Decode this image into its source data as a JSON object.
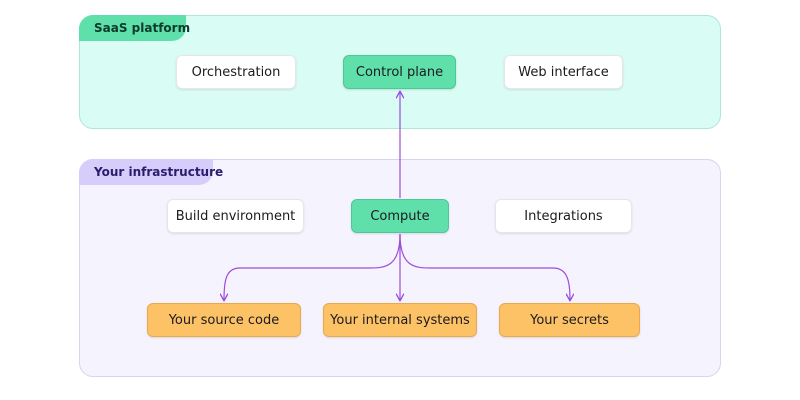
{
  "colors": {
    "saas_bg": "#d9fcf4",
    "saas_tag": "#5fe0ab",
    "infra_bg": "#f5f3fe",
    "infra_tag": "#d7cdfb",
    "green_node": "#5fe0ab",
    "orange_node": "#fdc166",
    "connector": "#9b4ddb"
  },
  "saas": {
    "label": "SaaS platform",
    "nodes": {
      "orchestration": "Orchestration",
      "control_plane": "Control plane",
      "web_interface": "Web interface"
    }
  },
  "infra": {
    "label": "Your infrastructure",
    "nodes": {
      "build_environment": "Build environment",
      "compute": "Compute",
      "integrations": "Integrations",
      "source_code": "Your source code",
      "internal_systems": "Your internal systems",
      "secrets": "Your secrets"
    }
  }
}
